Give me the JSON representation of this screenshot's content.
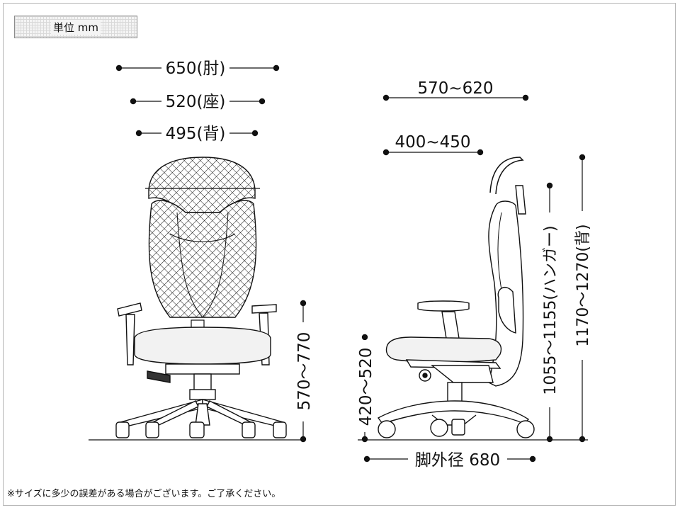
{
  "unit_label": "単位 mm",
  "front_view": {
    "width_armrest": "650(肘)",
    "width_seat": "520(座)",
    "width_back": "495(背)",
    "seat_height_range": "570〜770"
  },
  "side_view": {
    "depth_overall": "570~620",
    "depth_seat": "400~450",
    "seat_height_range": "420〜520",
    "hanger_height": "1055〜1155(ハンガー)",
    "back_height": "1170〜1270(背)",
    "base_diameter": "脚外径 680"
  },
  "footnote": "※サイズに多少の誤差がある場合がございます。ご了承ください。",
  "colors": {
    "line": "#111111",
    "frame": "#b5b5b5",
    "seat_fill": "#f2f2f2"
  }
}
